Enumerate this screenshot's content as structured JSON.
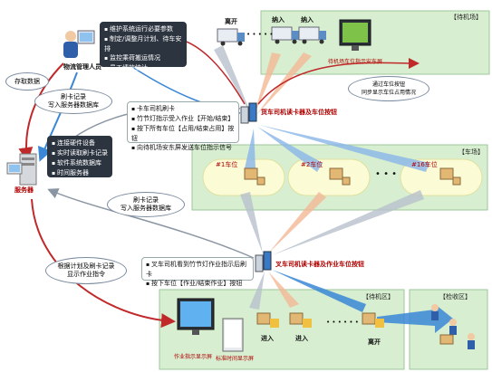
{
  "zones": {
    "waiting_area": "【待机场】",
    "parking": "【车场】",
    "standby": "【待机区】",
    "inspection": "【检收区】"
  },
  "labels": {
    "manager": "物流管理人员",
    "server": "服务器",
    "leave_top": "离开",
    "enter_top_1": "纳入",
    "enter_top_2": "纳入",
    "waiting_screen": "待机场车位指示安东屏",
    "driver_reader_top": "货车司机读卡器及车位按钮",
    "driver_reader_bottom": "叉车司机读卡器及作业车位按钮",
    "work_screen": "作业指示显示屏",
    "standard_screen": "标准时间显示屏",
    "enter_bottom_1": "进入",
    "enter_bottom_2": "进入",
    "leave_bottom": "离开",
    "slot_1": "#1车位",
    "slot_2": "#2车位",
    "slot_16": "#16车位",
    "dots": "• • •",
    "dots2": "• • • • •",
    "dots3": "• • • • • •"
  },
  "bubbles": {
    "save_data": "存取数据",
    "swipe_write_1": "刷卡记录\n写入服务器数据库",
    "swipe_write_2": "刷卡记录\n写入服务器数据库",
    "sync_status": "通过车位按钮\n同步显示车位占用情况",
    "plan_display": "根据计划及刷卡记录\n显示作业指令"
  },
  "notes": {
    "manager_tasks": [
      "维护系统运行必要参数",
      "制定/调整月计划、待车安排",
      "监控乘荷搬运情况",
      "员工绩效统计"
    ],
    "server_tasks": [
      "连接硬件设备",
      "实时读取刷卡记录",
      "软件系统数据库",
      "时间服务器"
    ],
    "truck_tasks": [
      "卡车司机刷卡",
      "竹节灯指示受入作业【开始/结束】",
      "按下所有车位【占用/结束占用】按钮",
      "向待机场安东屏发送车位指示信号"
    ],
    "fork_tasks": [
      "叉车司机看到竹节灯作业指示后刷卡",
      "按下车位【作业/结束作业】按钮"
    ]
  },
  "colors": {
    "zone_fill": "#d7efd0",
    "zone_border": "#9cc79a",
    "accent_red": "#c0282a",
    "arrow_blue": "#3a87d6",
    "arrow_orange": "#f0a070",
    "arrow_gray": "#b8bcc4"
  }
}
